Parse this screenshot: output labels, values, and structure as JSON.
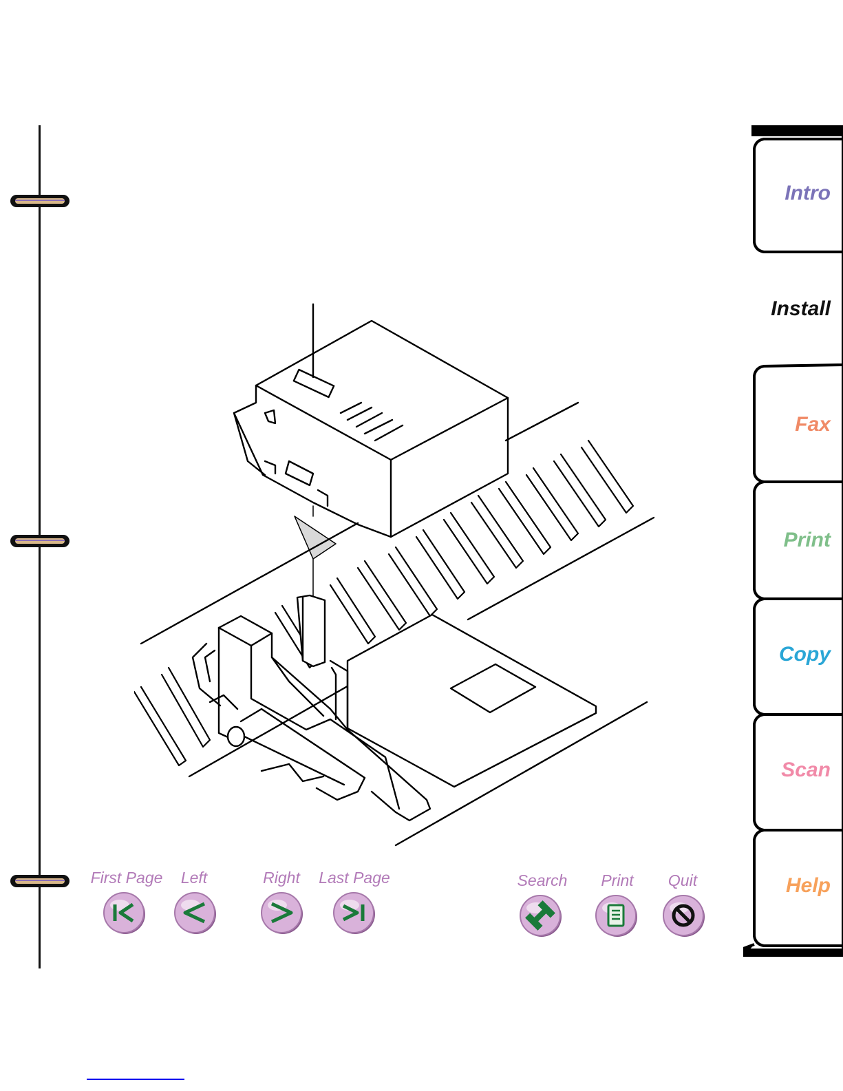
{
  "nav": {
    "first_page": "First Page",
    "left": "Left",
    "right": "Right",
    "last_page": "Last Page",
    "search": "Search",
    "print": "Print",
    "quit": "Quit"
  },
  "tabs": [
    {
      "label": "Intro",
      "color": "#7b73b8"
    },
    {
      "label": "Install",
      "color": "#111111"
    },
    {
      "label": "Fax",
      "color": "#f08a66"
    },
    {
      "label": "Print",
      "color": "#7fbf8a"
    },
    {
      "label": "Copy",
      "color": "#2aa6d6"
    },
    {
      "label": "Scan",
      "color": "#f18aa8"
    },
    {
      "label": "Help",
      "color": "#f7a15b"
    }
  ],
  "colors": {
    "nav_label": "#b27ab8",
    "button_face": "#d9b2da",
    "button_glyph": "#1a7a3a",
    "link_underline": "#0000ee"
  },
  "icons": {
    "first_page": "first-page-icon",
    "left": "left-arrow-icon",
    "right": "right-arrow-icon",
    "last_page": "last-page-icon",
    "search": "search-icon",
    "print": "print-icon",
    "quit": "quit-icon"
  }
}
